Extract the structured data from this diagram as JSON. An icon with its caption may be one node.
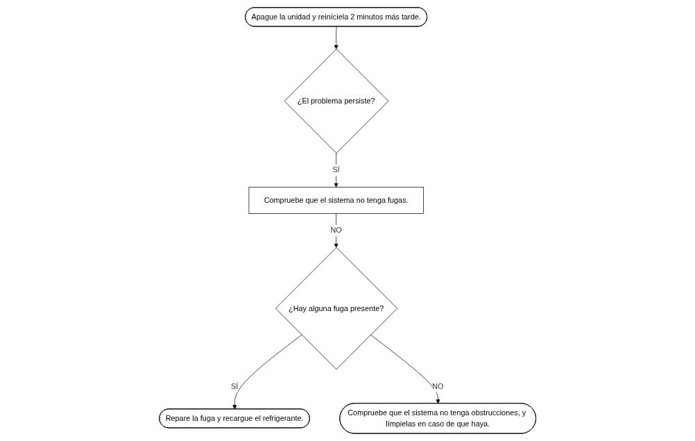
{
  "diagram": {
    "nodes": [
      {
        "text": [
          "Apague la unidad y reiníciela 2 minutos más tarde."
        ]
      },
      {
        "text": [
          "¿El problema persiste?"
        ]
      },
      {
        "text": [
          "Compruebe que el sistema no tenga fugas."
        ]
      },
      {
        "text": [
          "¿Hay alguna fuga presente?"
        ]
      },
      {
        "text": [
          "Repare la fuga y recargue el refrigerante."
        ]
      },
      {
        "text": [
          "Compruebe que el sistema no tenga obstrucciones, y límpielas en caso de que haya."
        ]
      }
    ],
    "edges": [
      {
        "from": 0,
        "to": 1,
        "arrow": "to"
      },
      {
        "from": 1,
        "to": 2,
        "label": "SÍ",
        "arrow": "to"
      },
      {
        "from": 2,
        "to": 3,
        "label": "NO",
        "arrow": "to"
      },
      {
        "from": 3,
        "to": 4,
        "label": "SÍ",
        "arrow": "to"
      },
      {
        "from": 3,
        "to": 5,
        "label": "NO",
        "arrow": "to"
      }
    ]
  }
}
